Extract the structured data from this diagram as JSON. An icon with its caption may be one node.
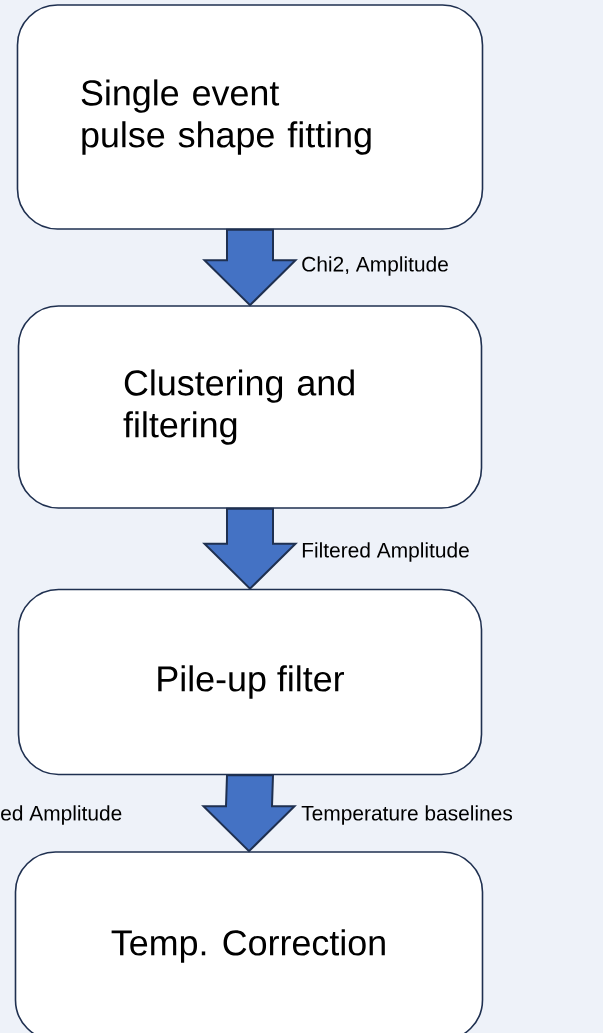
{
  "diagram": {
    "nodes": [
      {
        "text": [
          "Single event pulse shape fitting"
        ]
      },
      {
        "text": [
          "Clustering and filtering"
        ]
      },
      {
        "text": [
          "Pile-up filter"
        ]
      },
      {
        "text": [
          "Temp. Correction"
        ]
      }
    ],
    "edges": [
      {
        "from": 0,
        "to": 1,
        "arrow": "to",
        "label": "Chi2, Amplitude"
      },
      {
        "from": 1,
        "to": 2,
        "arrow": "to",
        "label": "Filtered Amplitude"
      },
      {
        "from": 2,
        "to": 3,
        "arrow": "to",
        "label": "Temperature baselines"
      }
    ],
    "labels": [
      "ed Amplitude"
    ]
  }
}
